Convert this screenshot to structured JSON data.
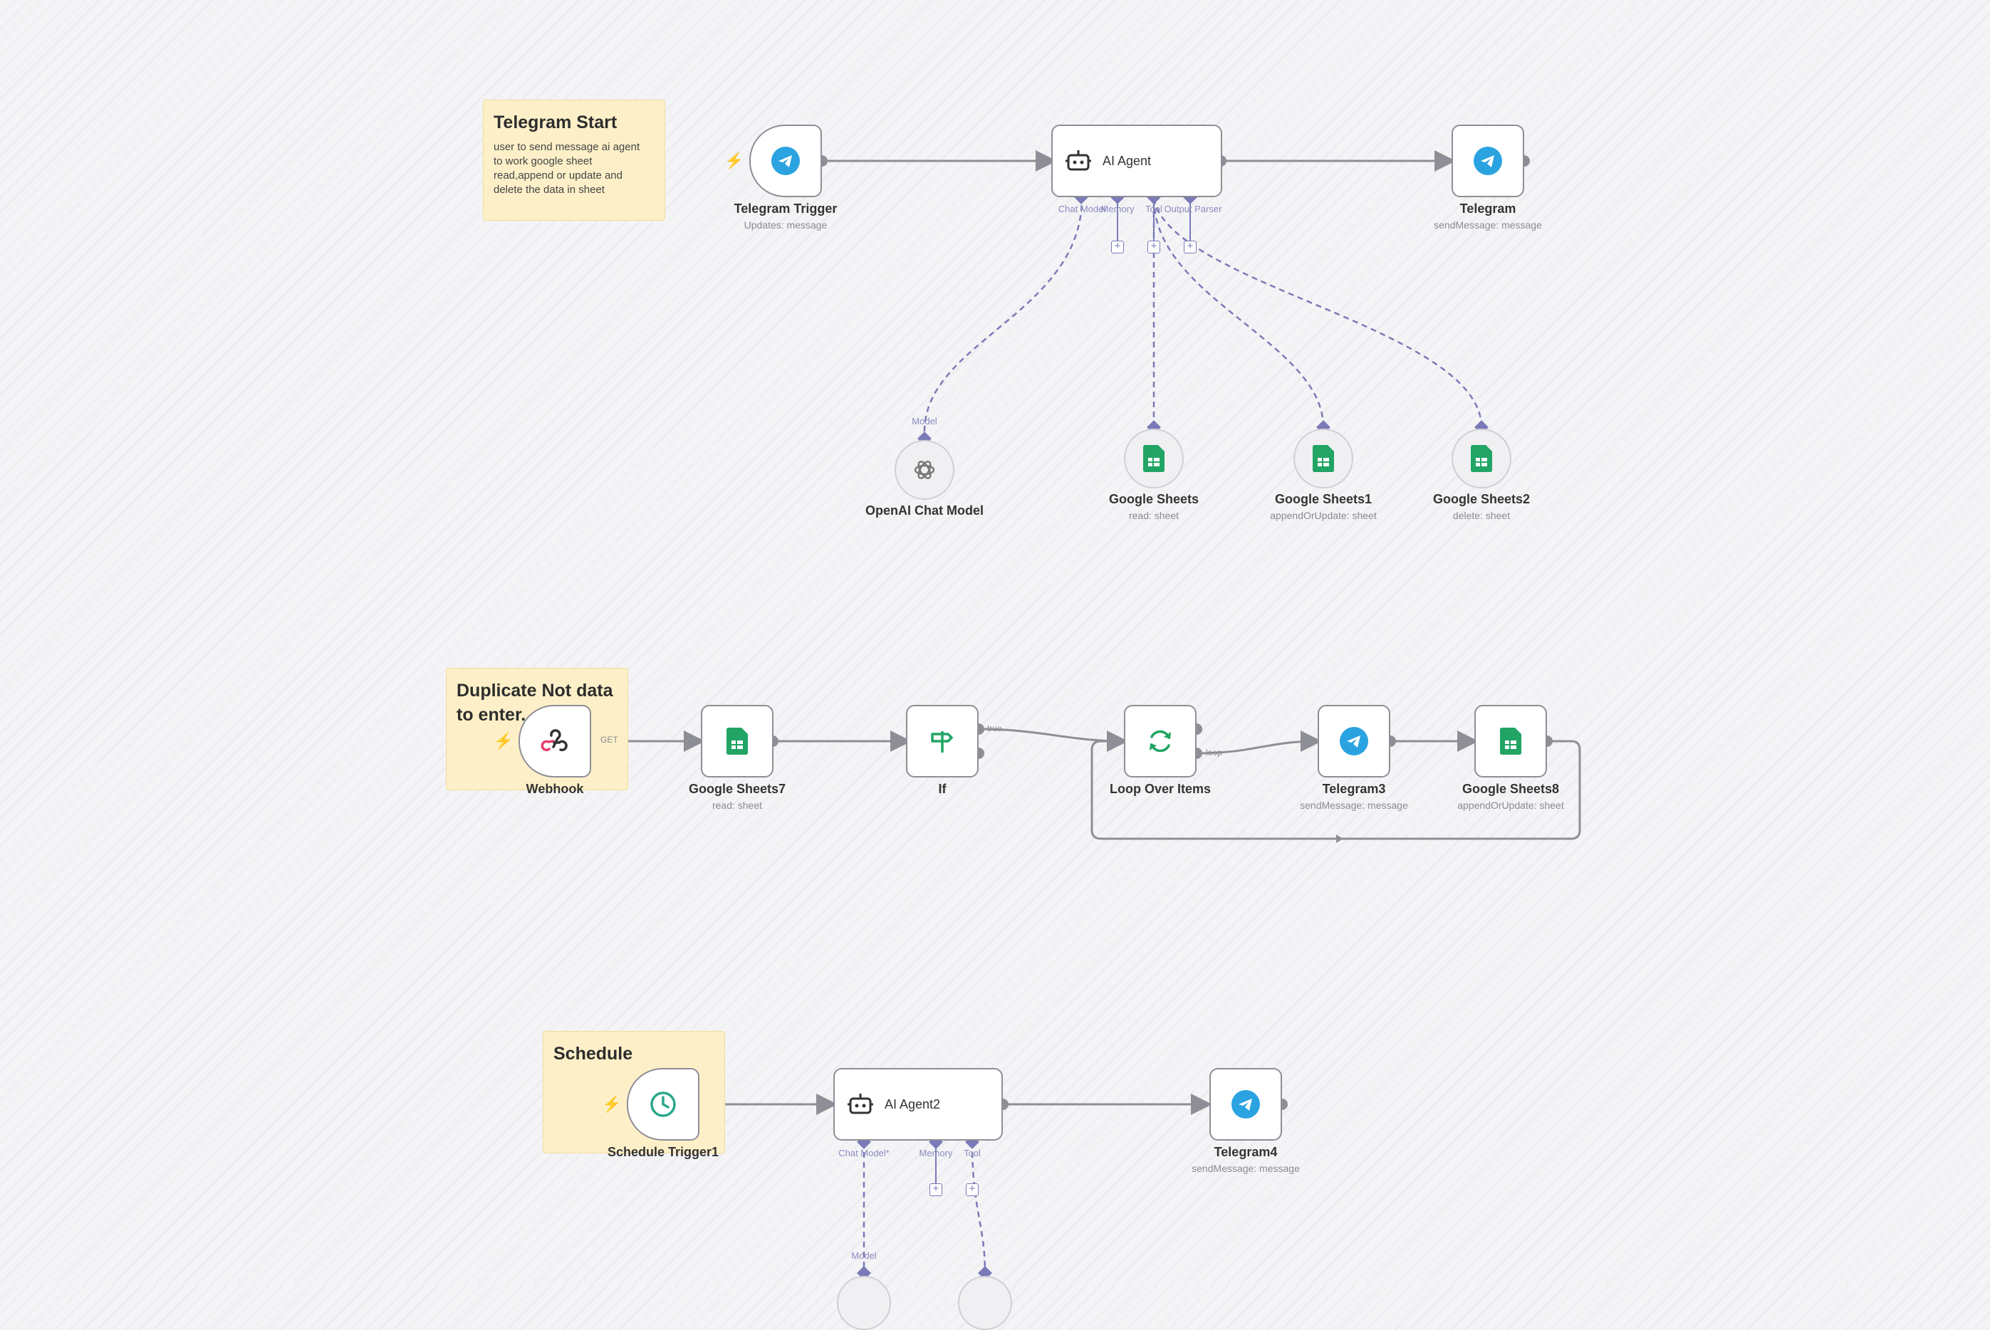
{
  "stickies": [
    {
      "title": "Telegram Start",
      "body": "user to send message ai agent to work google sheet read,append or update and delete the data in sheet"
    },
    {
      "title": "Duplicate Not data to enter.",
      "body": ""
    },
    {
      "title": "Schedule",
      "body": ""
    }
  ],
  "nodes": {
    "telegram_trigger": {
      "title": "Telegram Trigger",
      "sub": "Updates: message"
    },
    "ai_agent": {
      "title": "AI Agent"
    },
    "telegram": {
      "title": "Telegram",
      "sub": "sendMessage: message"
    },
    "openai_chat_model": {
      "title": "OpenAI Chat Model"
    },
    "google_sheets": {
      "title": "Google Sheets",
      "sub": "read: sheet"
    },
    "google_sheets1": {
      "title": "Google Sheets1",
      "sub": "appendOrUpdate: sheet"
    },
    "google_sheets2": {
      "title": "Google Sheets2",
      "sub": "delete: sheet"
    },
    "webhook": {
      "title": "Webhook"
    },
    "google_sheets7": {
      "title": "Google Sheets7",
      "sub": "read: sheet"
    },
    "if": {
      "title": "If"
    },
    "loop_over_items": {
      "title": "Loop Over Items"
    },
    "telegram3": {
      "title": "Telegram3",
      "sub": "sendMessage: message"
    },
    "google_sheets8": {
      "title": "Google Sheets8",
      "sub": "appendOrUpdate: sheet"
    },
    "schedule_trigger1": {
      "title": "Schedule Trigger1"
    },
    "ai_agent2": {
      "title": "AI Agent2"
    },
    "telegram4": {
      "title": "Telegram4",
      "sub": "sendMessage: message"
    }
  },
  "ports": {
    "agent1": [
      "Chat Model",
      "Memory",
      "Tool",
      "Output Parser"
    ],
    "agent2": [
      "Chat Model*",
      "Memory",
      "Tool"
    ],
    "model_label": "Model"
  },
  "edge_labels": {
    "get": "GET",
    "true": "true",
    "loop": "loop"
  },
  "colors": {
    "telegram": "#2aa3e0",
    "sheets": "#21a464",
    "wire": "#8e8e96",
    "ai_wire": "#7a7ab8",
    "sticky": "#fdf0c8",
    "trigger_bolt": "#ff5a5f"
  },
  "icons": {
    "telegram": "telegram-icon",
    "sheets": "google-sheets-icon",
    "agent": "robot-icon",
    "openai": "openai-icon",
    "webhook": "webhook-icon",
    "if": "signpost-icon",
    "loop": "loop-arrows-icon",
    "schedule": "clock-icon",
    "trigger": "lightning-bolt-icon"
  }
}
